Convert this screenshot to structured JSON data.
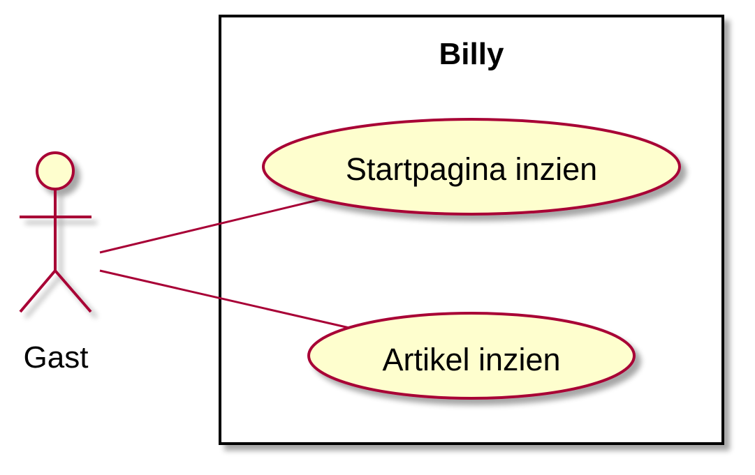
{
  "diagram": {
    "type": "use-case",
    "system": {
      "title": "Billy"
    },
    "actors": [
      {
        "id": "gast",
        "label": "Gast"
      }
    ],
    "use_cases": [
      {
        "id": "startpagina",
        "label": "Startpagina inzien"
      },
      {
        "id": "artikel",
        "label": "Artikel inzien"
      }
    ],
    "associations": [
      {
        "from": "gast",
        "to": "startpagina"
      },
      {
        "from": "gast",
        "to": "artikel"
      }
    ],
    "colors": {
      "line": "#A80036",
      "fill": "#FEFECE",
      "border": "#000000",
      "shadow": "#C8C8C8"
    }
  }
}
